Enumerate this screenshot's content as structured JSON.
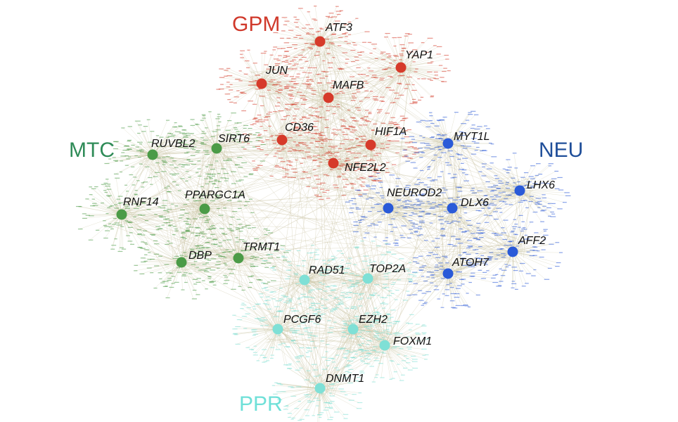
{
  "colors": {
    "edge": "#cdc7a8",
    "GPM": "#d63a2a",
    "MTC": "#4b9b47",
    "NEU": "#2a5ad8",
    "PPR": "#7fe0d6",
    "GPM_label": "#d0392b",
    "MTC_label": "#2e8b57",
    "NEU_label": "#1f4e99",
    "PPR_label": "#6fe0d8"
  },
  "groups": [
    {
      "id": "GPM",
      "label": "GPM",
      "hubs": [
        "ATF3",
        "YAP1",
        "JUN",
        "MAFB",
        "CD36",
        "HIF1A",
        "NFE2L2"
      ]
    },
    {
      "id": "MTC",
      "label": "MTC",
      "hubs": [
        "RUVBL2",
        "SIRT6",
        "RNF14",
        "PPARGC1A",
        "DBP",
        "TRMT1"
      ]
    },
    {
      "id": "NEU",
      "label": "NEU",
      "hubs": [
        "MYT1L",
        "NEUROD2",
        "DLX6",
        "LHX6",
        "AFF2",
        "ATOH7"
      ]
    },
    {
      "id": "PPR",
      "label": "PPR",
      "hubs": [
        "RAD51",
        "TOP2A",
        "PCGF6",
        "EZH2",
        "FOXM1",
        "DNMT1"
      ]
    }
  ]
}
